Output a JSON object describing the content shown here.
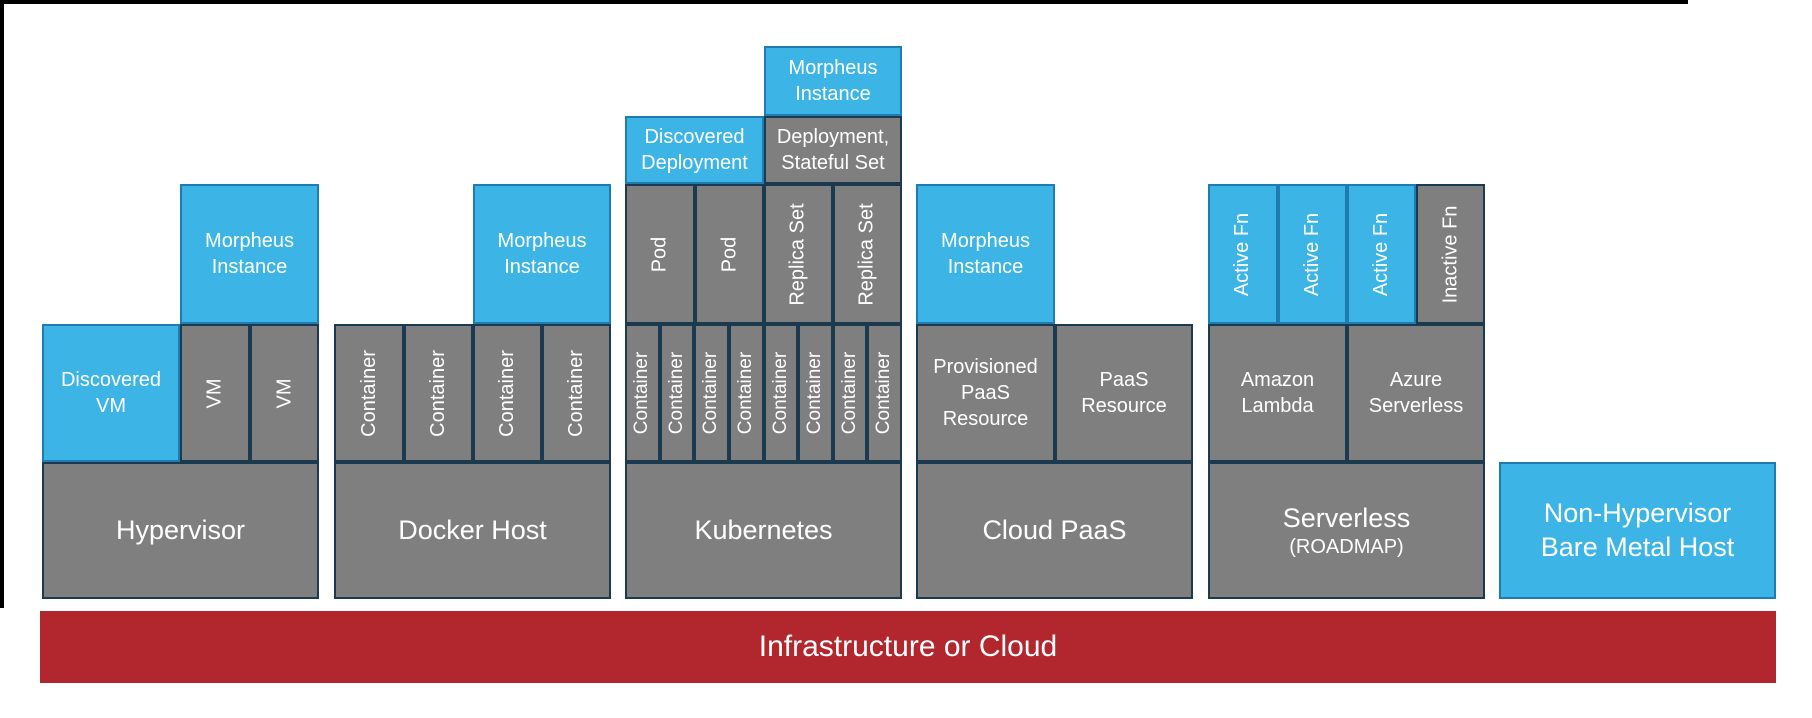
{
  "colors": {
    "blue": "#3CB4E5",
    "gray": "#7F7F7F",
    "red": "#B2272E",
    "box_border": "#1B3A50",
    "text": "#FFFFFF"
  },
  "infrastructure_bar": {
    "label": "Infrastructure or Cloud"
  },
  "stacks": {
    "hypervisor": {
      "base_label": "Hypervisor",
      "discovered_vm_label": "Discovered VM",
      "vm_labels": [
        "VM",
        "VM"
      ],
      "morpheus_label": "Morpheus Instance"
    },
    "docker": {
      "base_label": "Docker Host",
      "container_labels": [
        "Container",
        "Container",
        "Container",
        "Container"
      ],
      "morpheus_label": "Morpheus Instance"
    },
    "kubernetes": {
      "base_label": "Kubernetes",
      "morpheus_label": "Morpheus Instance",
      "discovered_deployment_label": "Discovered Deployment",
      "deployment_stateful_label": "Deployment, Stateful Set",
      "pod_labels": [
        "Pod",
        "Pod"
      ],
      "replica_set_labels": [
        "Replica Set",
        "Replica Set"
      ],
      "container_labels": [
        "Container",
        "Container",
        "Container",
        "Container",
        "Container",
        "Container",
        "Container",
        "Container"
      ]
    },
    "cloud_paas": {
      "base_label": "Cloud PaaS",
      "morpheus_label": "Morpheus Instance",
      "provisioned_label": "Provisioned PaaS Resource",
      "paas_resource_label": "PaaS Resource"
    },
    "serverless": {
      "base_label": "Serverless",
      "roadmap_label": "(ROADMAP)",
      "active_fn_labels": [
        "Active Fn",
        "Active Fn",
        "Active Fn"
      ],
      "inactive_fn_label": "Inactive Fn",
      "amazon_label": "Amazon Lambda",
      "azure_label": "Azure Serverless"
    },
    "bare_metal": {
      "label": "Non-Hypervisor Bare Metal Host"
    }
  }
}
